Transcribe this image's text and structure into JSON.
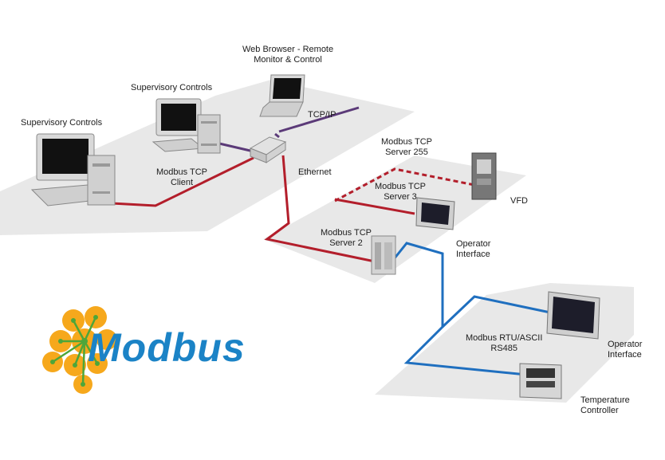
{
  "labels": {
    "supervisory_left": "Supervisory Controls",
    "supervisory_mid": "Supervisory Controls",
    "browser": [
      "Web Browser - Remote",
      "Monitor & Control"
    ],
    "tcpip": "TCP/IP",
    "client": [
      "Modbus TCP",
      "Client"
    ],
    "ethernet": "Ethernet",
    "server255": [
      "Modbus TCP",
      "Server 255"
    ],
    "server3": [
      "Modbus TCP",
      "Server 3"
    ],
    "server2": [
      "Modbus TCP",
      "Server 2"
    ],
    "vfd": "VFD",
    "operator1": [
      "Operator",
      "Interface"
    ],
    "rtu": [
      "Modbus RTU/ASCII",
      "RS485"
    ],
    "operator2": [
      "Operator",
      "Interface"
    ],
    "temperature": [
      "Temperature",
      "Controller"
    ]
  },
  "brand": {
    "name": "Modbus",
    "color": "#1b83c6",
    "logo_orange": "#f6a81c",
    "logo_green": "#4da63a"
  },
  "colors": {
    "ethernet_line": "#b31e2b",
    "tcpip_line": "#5b3a78",
    "serial_line": "#1f6fbf",
    "floor": "#e8e8e8"
  }
}
